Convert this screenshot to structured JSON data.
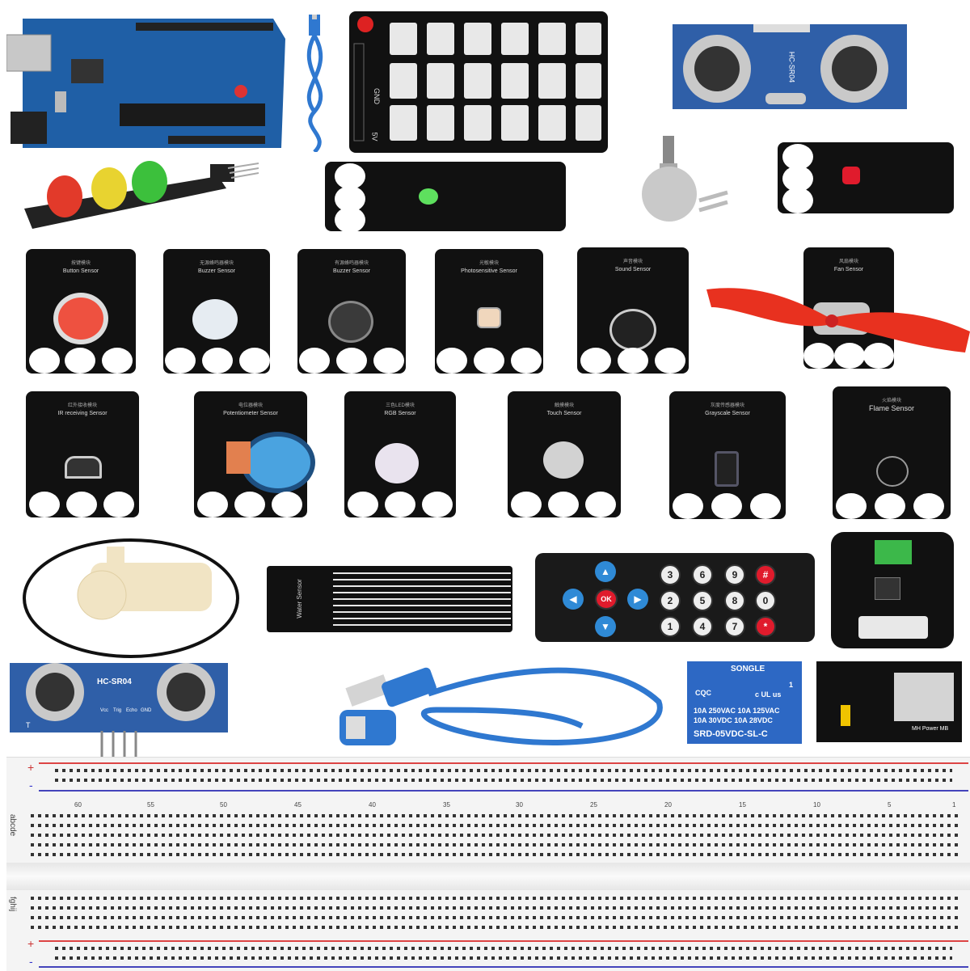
{
  "modules": {
    "button": {
      "title": "Button Sensor",
      "cn": "按键模块"
    },
    "buzzer_passive": {
      "title": "Buzzer Sensor",
      "cn": "无源蜂鸣器模块"
    },
    "buzzer_active": {
      "title": "Buzzer Sensor",
      "cn": "有源蜂鸣器模块"
    },
    "photo": {
      "title": "Photosensitive Sensor",
      "cn": "光敏模块"
    },
    "sound": {
      "title": "Sound Sensor",
      "cn": "声音模块"
    },
    "fan": {
      "title": "Fan Sensor",
      "cn": "风扇模块"
    },
    "ir": {
      "title": "IR receiving Sensor",
      "cn": "红外接收模块"
    },
    "pot": {
      "title": "Potentiometer Sensor",
      "cn": "电位器模块"
    },
    "rgb": {
      "title": "RGB Sensor",
      "cn": "三色LED模块"
    },
    "touch": {
      "title": "Touch Sensor",
      "cn": "触摸模块"
    },
    "gray": {
      "title": "Grayscale Sensor",
      "cn": "灰度传感器模块"
    },
    "flame": {
      "title": "Flame Sensor",
      "cn": "火焰模块"
    }
  },
  "shield_labels": {
    "gnd": "GND",
    "v5": "5V"
  },
  "ultrasonic": {
    "label": "HC-SR04",
    "pins": [
      "Vcc",
      "Trig",
      "Echo",
      "GND"
    ],
    "t": "T"
  },
  "remote_keys": [
    "1",
    "2",
    "3",
    "4",
    "5",
    "6",
    "7",
    "8",
    "9",
    "0",
    "#",
    "*"
  ],
  "remote_ok": "OK",
  "relay": {
    "brand": "SONGLE",
    "line1": "10A 250VAC  10A 125VAC",
    "line2": "10A  30VDC  10A  28VDC",
    "model": "SRD-05VDC-SL-C",
    "cqc": "CQC",
    "ul": "c UL us",
    "num": "1"
  },
  "power": {
    "label": "MH Power MB"
  },
  "breadboard": {
    "plus": "+",
    "minus": "-",
    "col_nums": [
      "60",
      "55",
      "50",
      "45",
      "40",
      "35",
      "30",
      "25",
      "20",
      "15",
      "10",
      "5",
      "1"
    ],
    "rows_a": "abcde",
    "rows_b": "fghij"
  },
  "water": {
    "label": "Water Sensor"
  },
  "colors": {
    "arduino": "#1f5fa6",
    "module": "#111111",
    "usb": "#2f78d0",
    "fan": "#e8311f",
    "breadboard": "#f4f4f4"
  }
}
